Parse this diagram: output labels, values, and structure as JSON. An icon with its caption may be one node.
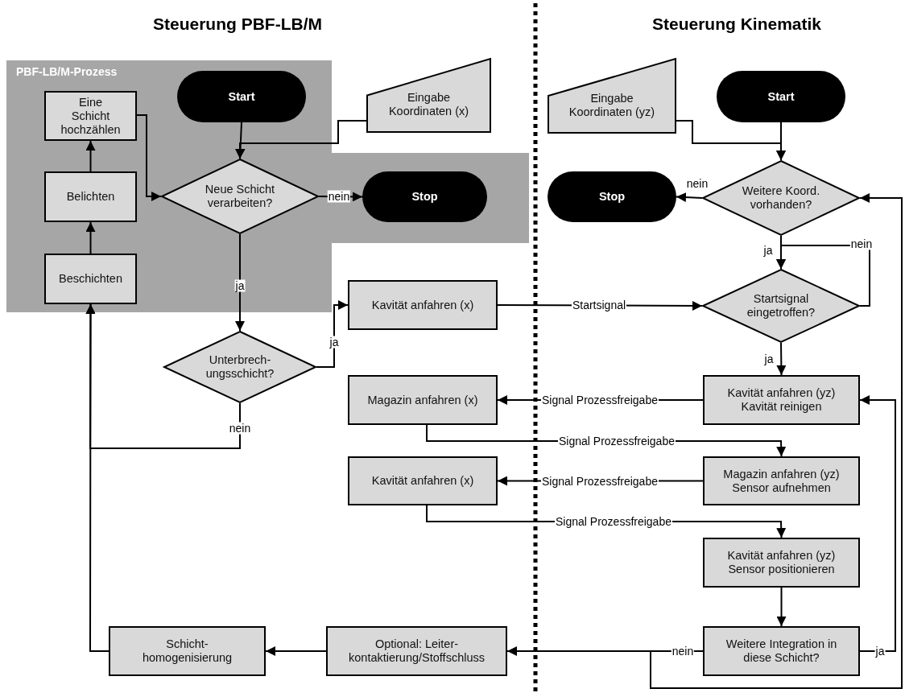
{
  "diagram": {
    "nodes": [
      {
        "text": [
          "PBF-LB/M-Prozess"
        ]
      },
      {
        "text": [
          "Start"
        ],
        "in": 0
      },
      {
        "text": [
          "Eine Schicht hochzählen"
        ],
        "in": 0
      },
      {
        "text": [
          "Neue Schicht verarbeiten?"
        ],
        "in": 0
      },
      {
        "text": [
          "Belichten"
        ],
        "in": 0
      },
      {
        "text": [
          "Stop"
        ],
        "in": 0
      },
      {
        "text": [
          "Beschichten"
        ],
        "in": 0
      },
      {
        "text": [
          "Eingabe Koordinaten (x)"
        ]
      },
      {
        "text": [
          "Unterbrech- ungsschicht?"
        ]
      },
      {
        "text": [
          "Kavität anfahren (x)"
        ]
      },
      {
        "text": [
          "Magazin anfahren (x)"
        ]
      },
      {
        "text": [
          "Kavität anfahren (x)"
        ]
      },
      {
        "text": [
          "Schicht- homogenisierung"
        ]
      },
      {
        "text": [
          "Optional: Leiter- kontaktierung/Stoffschluss"
        ]
      },
      {
        "text": [
          "Eingabe Koordinaten (yz)"
        ]
      },
      {
        "text": [
          "Start"
        ]
      },
      {
        "text": [
          "Stop"
        ]
      },
      {
        "text": [
          "Weitere Koord. vorhanden?"
        ]
      },
      {
        "text": [
          "Startsignal eingetroffen?"
        ]
      },
      {
        "text": [
          "Kavität anfahren (yz) Kavität reinigen"
        ]
      },
      {
        "text": [
          "Magazin anfahren (yz) Sensor aufnehmen"
        ]
      },
      {
        "text": [
          "Kavität anfahren (yz) Sensor positionieren"
        ]
      },
      {
        "text": [
          "Weitere Integration in diese Schicht?"
        ]
      }
    ],
    "edges": [
      {
        "from": 1,
        "to": 3,
        "arrow": "to"
      },
      {
        "from": 7,
        "to": 3,
        "arrow": "to"
      },
      {
        "from": 3,
        "to": 5,
        "arrow": "to",
        "label": "nein"
      },
      {
        "from": 2,
        "to": 3,
        "arrow": "to"
      },
      {
        "from": 4,
        "to": 2,
        "arrow": "to"
      },
      {
        "from": 6,
        "to": 4,
        "arrow": "to"
      },
      {
        "from": 3,
        "to": 8,
        "arrow": "to",
        "label": "ja"
      },
      {
        "from": 8,
        "to": 9,
        "arrow": "to",
        "label": "ja"
      },
      {
        "from": 8,
        "to": 6,
        "arrow": "to",
        "label": "nein"
      },
      {
        "from": 12,
        "to": 6,
        "arrow": "to"
      },
      {
        "from": 13,
        "to": 12,
        "arrow": "to"
      },
      {
        "from": 22,
        "to": 13,
        "arrow": "to",
        "label": "nein"
      },
      {
        "from": 22,
        "to": 17,
        "arrow": "to"
      },
      {
        "from": 22,
        "to": 19,
        "arrow": "to",
        "label": "ja"
      },
      {
        "from": 15,
        "to": 17,
        "arrow": "to"
      },
      {
        "from": 14,
        "to": 17,
        "arrow": "to"
      },
      {
        "from": 17,
        "to": 16,
        "arrow": "to",
        "label": "nein"
      },
      {
        "from": 17,
        "to": 18,
        "arrow": "to",
        "label": "ja"
      },
      {
        "from": 18,
        "to": 18,
        "arrow": "to",
        "label": "nein"
      },
      {
        "from": 9,
        "to": 18,
        "arrow": "to",
        "label": "Startsignal"
      },
      {
        "from": 18,
        "to": 19,
        "arrow": "to",
        "label": "ja"
      },
      {
        "from": 19,
        "to": 10,
        "arrow": "to",
        "label": "Signal Prozessfreigabe"
      },
      {
        "from": 10,
        "to": 20,
        "arrow": "to",
        "label": "Signal Prozessfreigabe"
      },
      {
        "from": 20,
        "to": 11,
        "arrow": "to",
        "label": "Signal Prozessfreigabe"
      },
      {
        "from": 11,
        "to": 21,
        "arrow": "to",
        "label": "Signal Prozessfreigabe"
      },
      {
        "from": 21,
        "to": 22,
        "arrow": "to"
      }
    ],
    "labels": [
      "Steuerung PBF-LB/M",
      "Steuerung Kinematik"
    ]
  }
}
